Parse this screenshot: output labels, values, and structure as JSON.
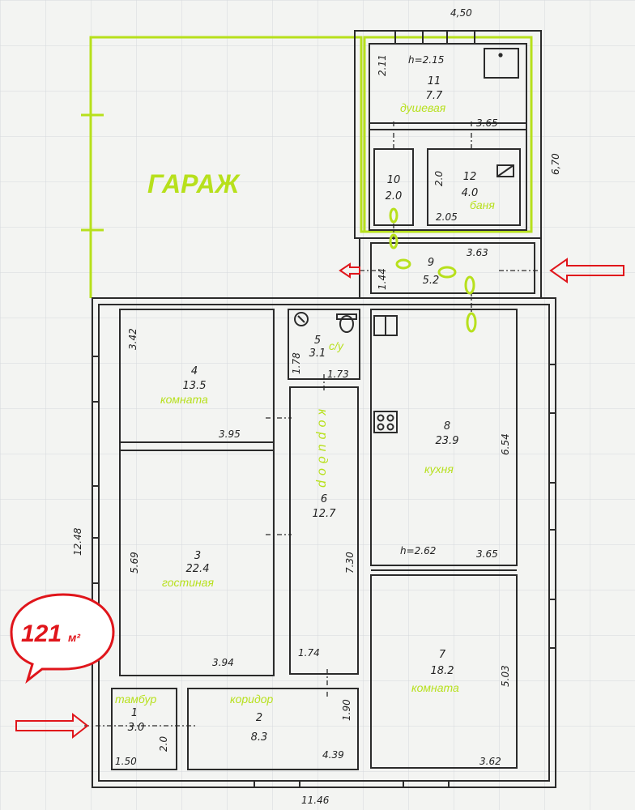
{
  "colors": {
    "wall": "#2b2b2b",
    "annotation": "#b7e01c",
    "red": "#e0151b"
  },
  "labels": {
    "garage": "ГАРАЖ",
    "total_value": "121",
    "total_unit": "м²"
  },
  "rooms": [
    {
      "num": "1",
      "area": "3.0",
      "name": "тамбур"
    },
    {
      "num": "2",
      "area": "8.3",
      "name": "коридор"
    },
    {
      "num": "3",
      "area": "22.4",
      "name": "гостиная"
    },
    {
      "num": "4",
      "area": "13.5",
      "name": "комната"
    },
    {
      "num": "5",
      "area": "3.1",
      "name": "с/у"
    },
    {
      "num": "6",
      "area": "12.7",
      "name": "коридор"
    },
    {
      "num": "7",
      "area": "18.2",
      "name": "комната"
    },
    {
      "num": "8",
      "area": "23.9",
      "name": "кухня"
    },
    {
      "num": "9",
      "area": "5.2",
      "name": ""
    },
    {
      "num": "10",
      "area": "2.0",
      "name": ""
    },
    {
      "num": "11",
      "area": "7.7",
      "name": "душевая"
    },
    {
      "num": "12",
      "area": "4.0",
      "name": "баня"
    }
  ],
  "dimensions": [
    "4,50",
    "6,70",
    "2.11",
    "h=2.15",
    "3.65",
    "2.0",
    "2.05",
    "3.63",
    "1.44",
    "3.42",
    "1.78",
    "1.73",
    "3.95",
    "6.54",
    "12.48",
    "5.69",
    "7.30",
    "h=2.62",
    "3.65",
    "3.94",
    "1.74",
    "5.03",
    "1.90",
    "2.0",
    "1.50",
    "4.39",
    "3.62",
    "11.46"
  ]
}
